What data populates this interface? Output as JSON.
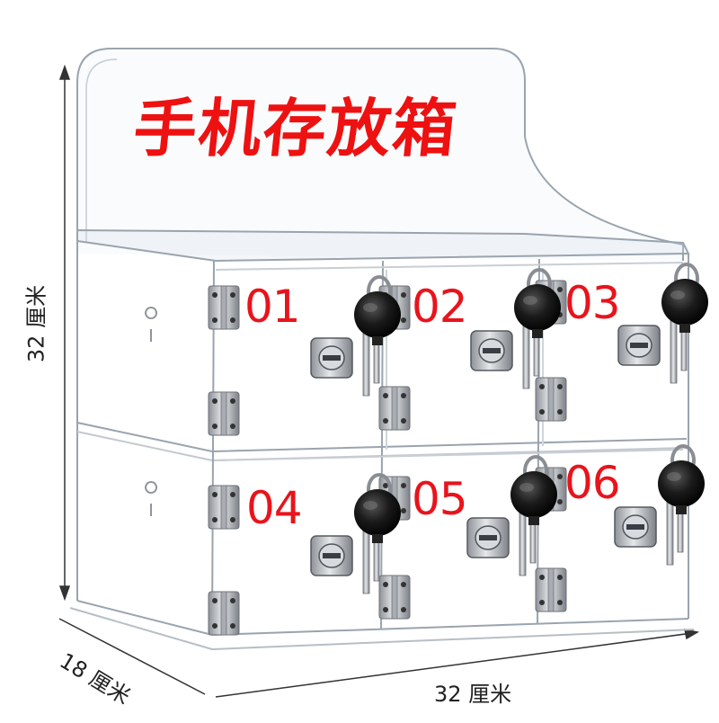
{
  "image": {
    "subject": "acrylic-phone-storage-cabinet",
    "title_text": "手机存放箱",
    "door_numbers": [
      "01",
      "02",
      "03",
      "04",
      "05",
      "06"
    ],
    "dimensions": {
      "height": "32 厘米",
      "depth": "18 厘米",
      "width": "32 厘米"
    },
    "colors": {
      "title_red": "#ee1111",
      "number_red": "#e8141c",
      "acrylic_edge": "#9aa4ae",
      "hinge_metal": "#c9ccd0",
      "key_black": "#111111",
      "background": "#ffffff"
    }
  }
}
